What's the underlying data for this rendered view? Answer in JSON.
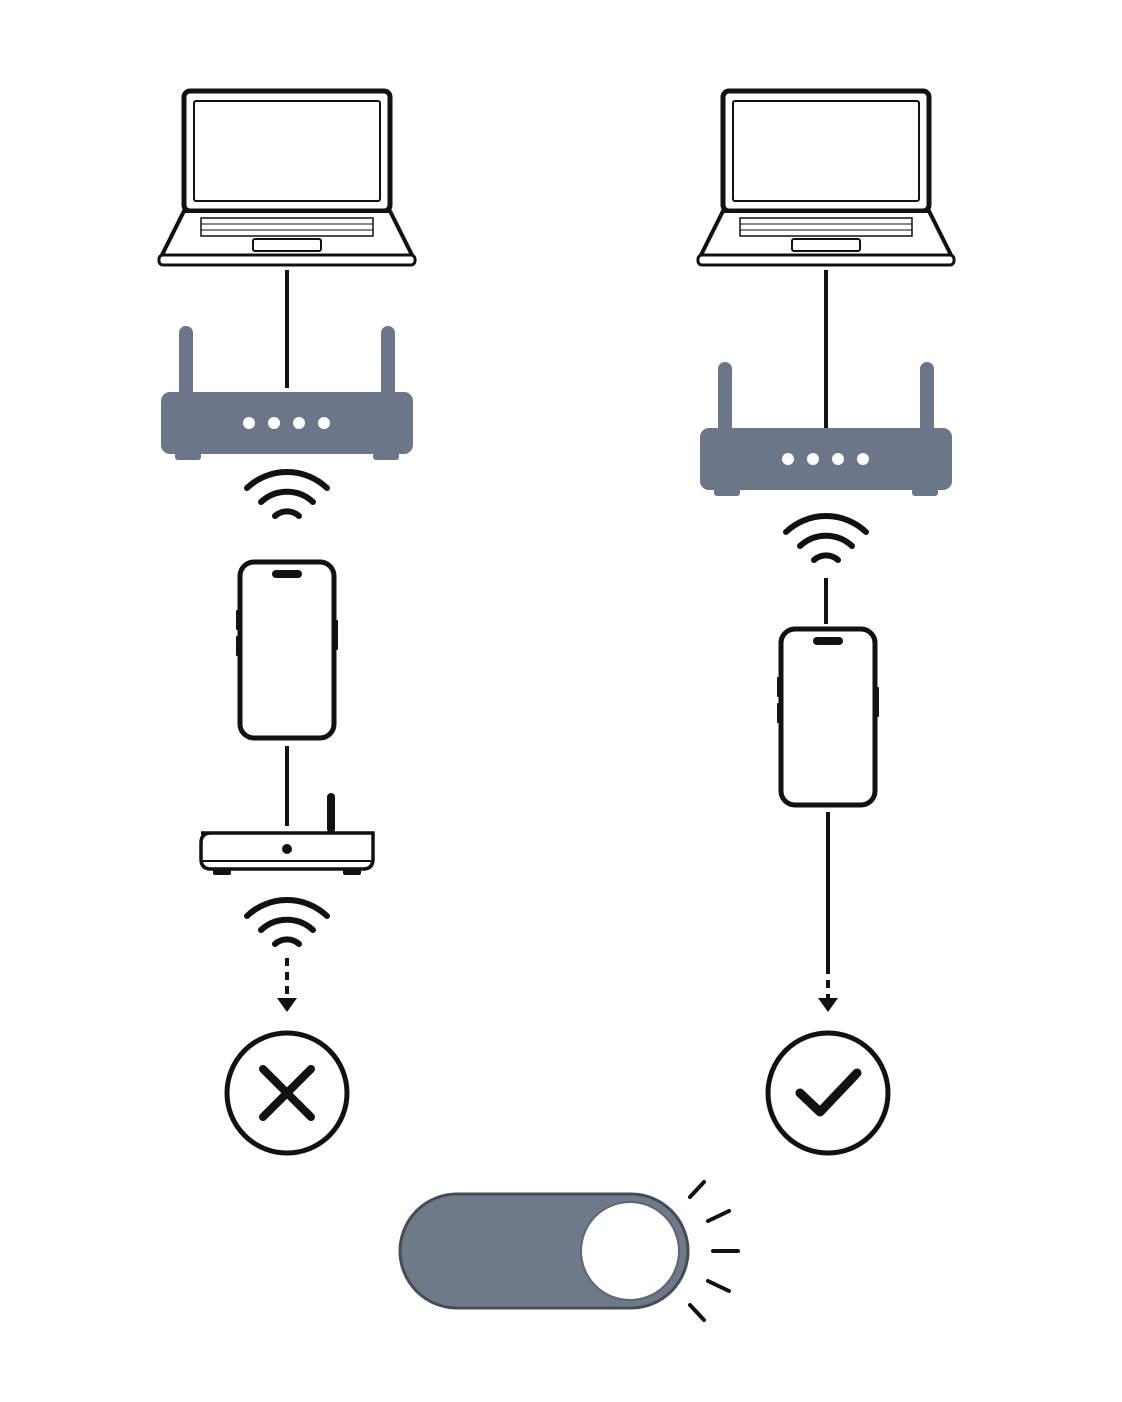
{
  "colors": {
    "stroke": "#111111",
    "router_fill": "#6b7688",
    "toggle_fill": "#6f7a89",
    "background": "#ffffff"
  },
  "diagram": {
    "left_path": {
      "nodes": [
        "laptop-icon",
        "router-icon",
        "wifi-signal-icon",
        "smartphone-icon",
        "wifi-extender-icon",
        "wifi-signal-icon",
        "connection-failed-icon"
      ],
      "result": "failed"
    },
    "right_path": {
      "nodes": [
        "laptop-icon",
        "router-icon",
        "wifi-signal-icon",
        "smartphone-icon",
        "connection-success-icon"
      ],
      "result": "success"
    },
    "toggle": {
      "icon": "toggle-switch-icon",
      "state": "on"
    }
  }
}
